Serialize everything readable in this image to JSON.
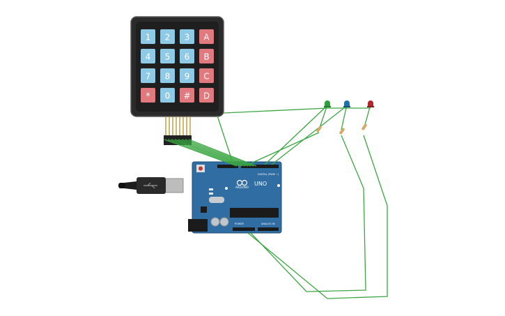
{
  "keypad": {
    "keys": [
      {
        "label": "1",
        "color": "#8ecae6"
      },
      {
        "label": "2",
        "color": "#8ecae6"
      },
      {
        "label": "3",
        "color": "#8ecae6"
      },
      {
        "label": "A",
        "color": "#e07a7f"
      },
      {
        "label": "4",
        "color": "#8ecae6"
      },
      {
        "label": "5",
        "color": "#8ecae6"
      },
      {
        "label": "6",
        "color": "#8ecae6"
      },
      {
        "label": "B",
        "color": "#e07a7f"
      },
      {
        "label": "7",
        "color": "#8ecae6"
      },
      {
        "label": "8",
        "color": "#8ecae6"
      },
      {
        "label": "9",
        "color": "#8ecae6"
      },
      {
        "label": "C",
        "color": "#e07a7f"
      },
      {
        "label": "*",
        "color": "#e07a7f"
      },
      {
        "label": "0",
        "color": "#8ecae6"
      },
      {
        "label": "#",
        "color": "#e07a7f"
      },
      {
        "label": "D",
        "color": "#e07a7f"
      }
    ]
  },
  "board": {
    "name": "UNO",
    "brand": "ARDUINO",
    "digital_label": "DIGITAL (PWM ~)",
    "power_label": "POWER",
    "analog_label": "ANALOG IN",
    "color": "#2f6da3"
  },
  "leds": [
    {
      "name": "green-led",
      "color": "#2e9e3e"
    },
    {
      "name": "blue-led",
      "color": "#1f6fa8"
    },
    {
      "name": "red-led",
      "color": "#b3262b"
    }
  ],
  "colors": {
    "wire": "#3aa641",
    "keypad_body": "#2b2b2b",
    "keypad_border": "#444444"
  }
}
